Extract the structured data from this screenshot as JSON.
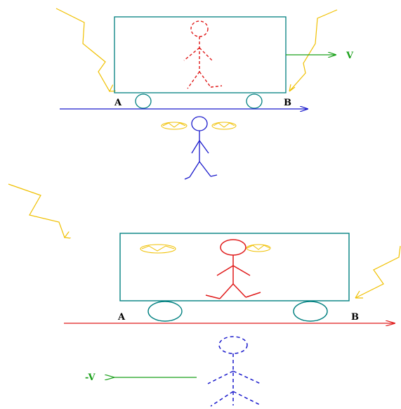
{
  "top_scene": {
    "point_a": "A",
    "point_b": "B",
    "velocity_label": "V",
    "colors": {
      "car": "#008080",
      "track": "#1a1acc",
      "velocity": "#1aa01a",
      "lightning": "#f0c000",
      "passenger": "#e01a1a",
      "observer": "#1a1acc"
    }
  },
  "bottom_scene": {
    "point_a": "A",
    "point_b": "B",
    "velocity_label": "-V",
    "colors": {
      "car": "#008080",
      "track": "#e01a1a",
      "velocity": "#1aa01a",
      "lightning": "#f0c000",
      "passenger": "#e01a1a",
      "observer": "#1a1acc"
    }
  }
}
